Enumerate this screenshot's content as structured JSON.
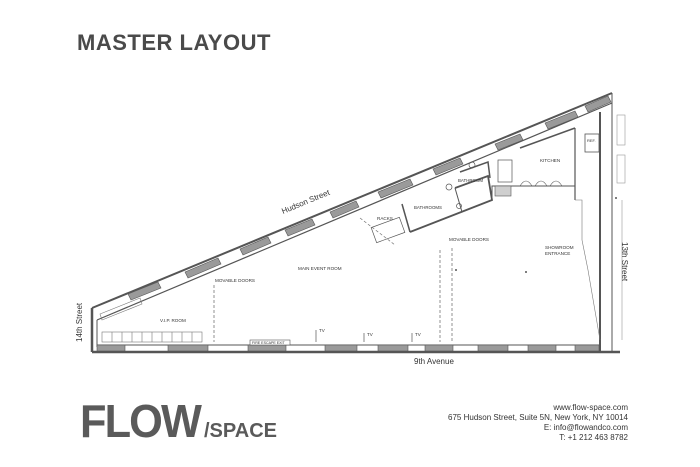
{
  "title": "MASTER LAYOUT",
  "streets": {
    "hudson": "Hudson Street",
    "ninth": "9th Avenue",
    "fourteenth": "14th Street",
    "thirteenth": "13th Street"
  },
  "rooms": {
    "vip_room": "V.I.P. ROOM",
    "main_event_room": "MAIN EVENT ROOM",
    "movable_doors_left": "MOVABLE DOORS",
    "movable_doors_right": "MOVABLE DOORS",
    "racks": "RACKS",
    "bathrooms_lower": "BATHROOMS",
    "bathroom_upper": "BATHROOM",
    "kitchen": "KITCHEN",
    "ref": "REF.",
    "showroom_entrance_line1": "SHOWROOM",
    "showroom_entrance_line2": "ENTRANCE",
    "fire_escape_exit": "FIRE ESCAPE EXIT",
    "tv_1": "TV",
    "tv_2": "TV",
    "tv_3": "TV"
  },
  "logo": {
    "word": "FLOW",
    "suffix": "/SPACE"
  },
  "contact": {
    "website": "www.flow-space.com",
    "address": "675 Hudson Street, Suite 5N, New York, NY 10014",
    "email": "E: info@flowandco.com",
    "phone": "T: +1 212 463 8782"
  },
  "colors": {
    "wall": "#555555",
    "window": "#9a9a9a",
    "line": "#777777"
  }
}
